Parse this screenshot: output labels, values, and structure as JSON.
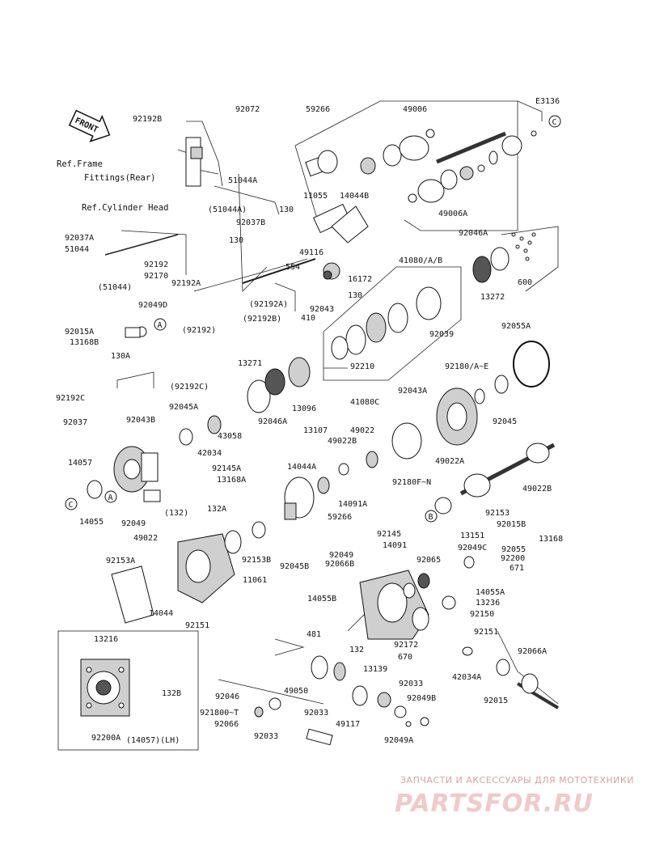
{
  "diagram_code": "E3136",
  "front_arrow": "FRONT",
  "refs": {
    "frame": "Ref.Frame",
    "fittings": "Fittings(Rear)",
    "cyl_head": "Ref.Cylinder Head",
    "inset_caption": "(14057)(LH)"
  },
  "callouts": {
    "a": "A",
    "b": "B",
    "c": "C"
  },
  "labels": [
    "92072",
    "59266",
    "49006",
    "92192B",
    "51044A",
    "11055",
    "14044B",
    "(51044A)",
    "130",
    "92037B",
    "130",
    "49116",
    "92037A",
    "51044",
    "92192",
    "92170",
    "(51044)",
    "92192A",
    "554",
    "16172",
    "(92192A)",
    "410",
    "92043",
    "130",
    "92049D",
    "92015A",
    "13168B",
    "130A",
    "(92192)",
    "(92192B)",
    "41080/A/B",
    "92046A",
    "13272",
    "600",
    "49006A",
    "92039",
    "92210",
    "41080C",
    "92055A",
    "13271",
    "92192C",
    "(92192C)",
    "13096",
    "92046A",
    "92180/A~E",
    "92043A",
    "92045",
    "92037",
    "92043B",
    "92045A",
    "43058",
    "42034",
    "13107",
    "49022B",
    "49022",
    "49022A",
    "14057",
    "92145A",
    "13168A",
    "14044A",
    "14055",
    "92049",
    "(132)",
    "132A",
    "92180F~N",
    "14091A",
    "49022B",
    "59266",
    "49022",
    "92153B",
    "92045B",
    "92153",
    "92015B",
    "13168",
    "92145",
    "13151",
    "14091",
    "92065",
    "92049",
    "92066B",
    "92055",
    "92200",
    "92049C",
    "671",
    "92153A",
    "11061",
    "14055B",
    "14055A",
    "13236",
    "92150",
    "14044",
    "92151",
    "92151",
    "481",
    "92172",
    "670",
    "92066A",
    "13216",
    "132B",
    "132",
    "13139",
    "42034A",
    "92046",
    "49050",
    "92033",
    "92049B",
    "92015",
    "921800~T",
    "92033",
    "92066",
    "92033",
    "49117",
    "92049A",
    "92200A",
    "132B"
  ],
  "watermark": {
    "line1": "ЗАПЧАСТИ И АКСЕССУАРЫ ДЛЯ МОТОТЕХНИКИ",
    "line2": "PARTSFOR.RU"
  }
}
